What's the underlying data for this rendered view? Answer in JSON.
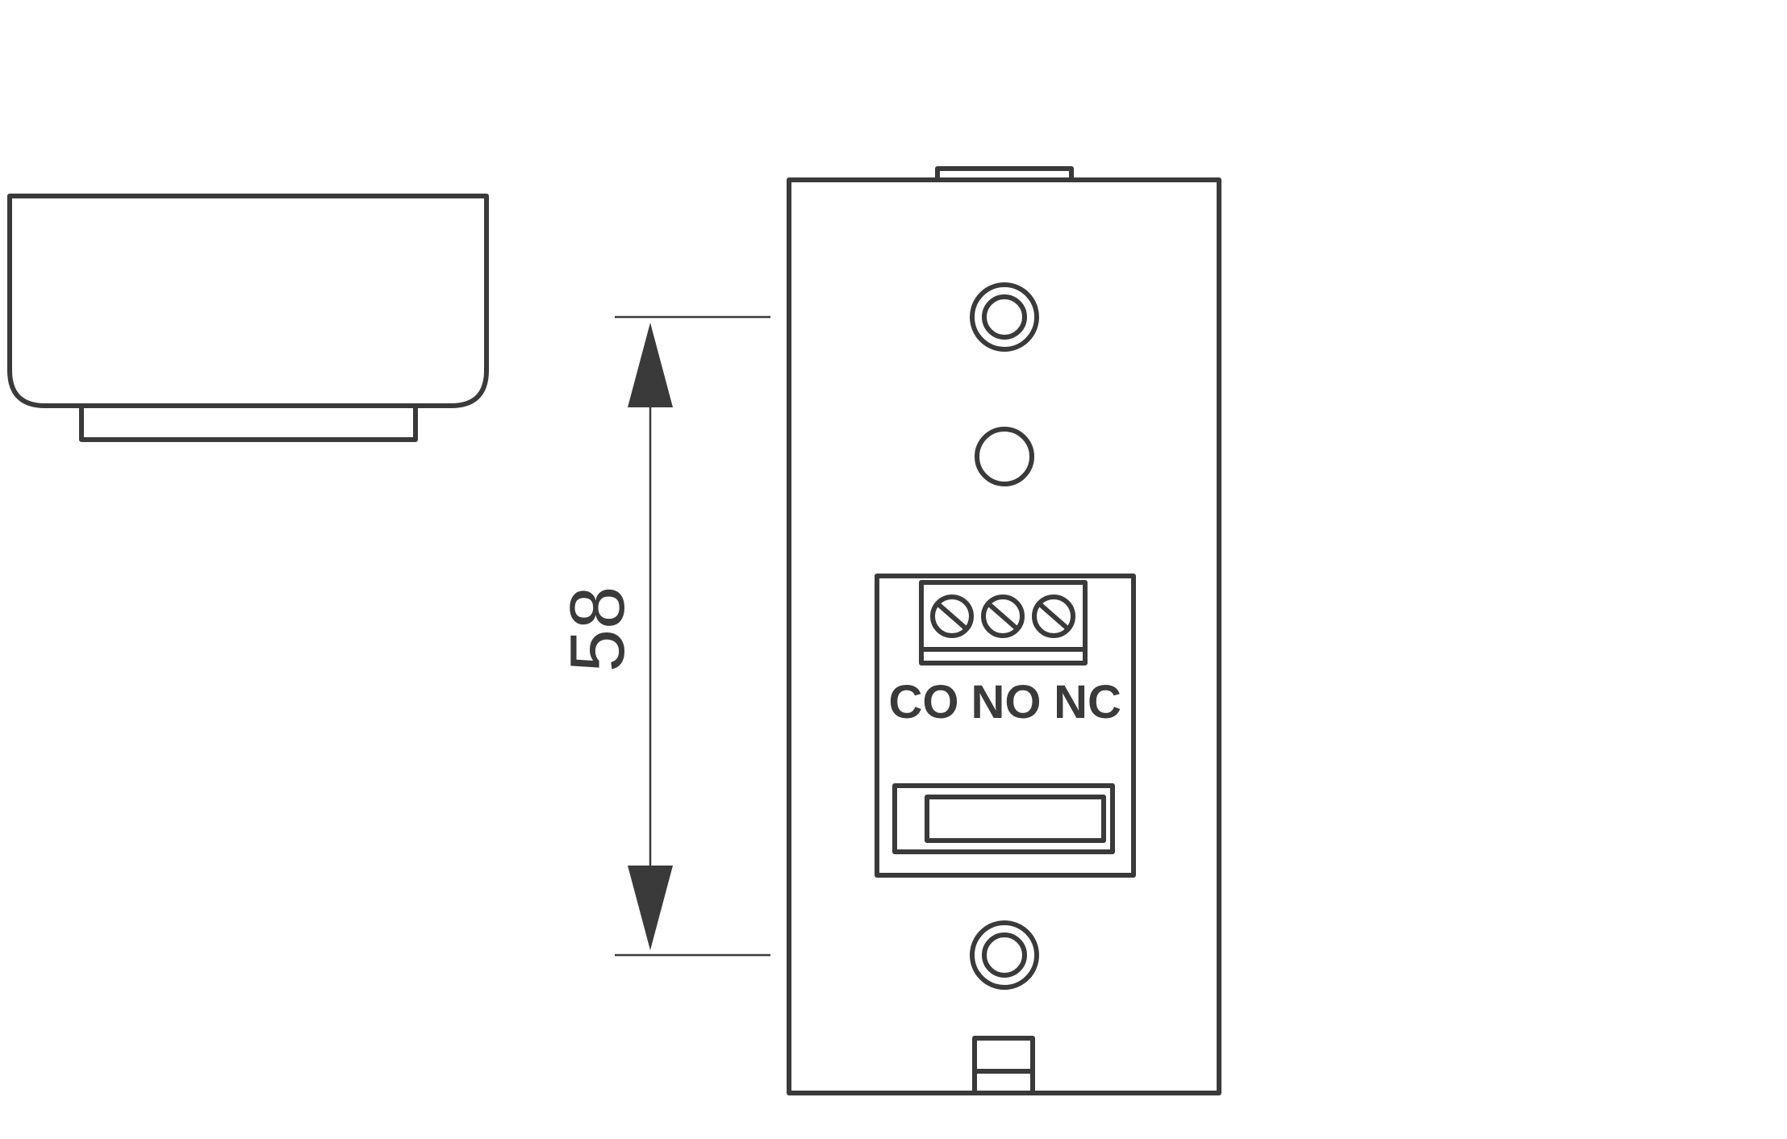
{
  "dimension": {
    "label": "58"
  },
  "terminals": {
    "co": "CO",
    "no": "NO",
    "nc": "NC"
  },
  "colors": {
    "line": "#3a3a3a",
    "background": "#ffffff"
  }
}
